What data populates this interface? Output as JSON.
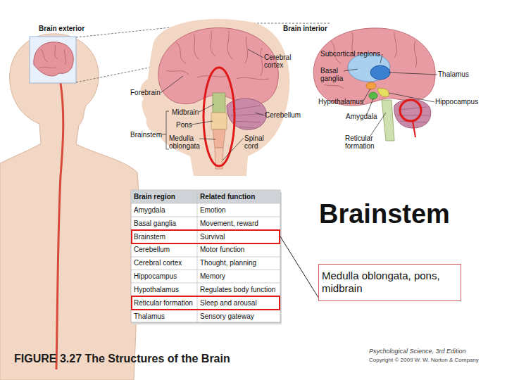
{
  "diagram": {
    "caption": "FIGURE 3.27 The Structures of the Brain",
    "nodes": [
      {
        "text": [
          "Brainstem",
          "Survival"
        ]
      },
      {
        "text": [
          "Reticular formation",
          "Sleep and arousal"
        ]
      },
      {
        "text": [
          "Brainstem",
          "Medulla oblongata, pons, midbrain"
        ]
      }
    ],
    "edges": [
      {
        "from": 0,
        "to": 2,
        "arrow": "none"
      }
    ],
    "labels": [
      "Brain exterior",
      "Brain interior",
      "Cerebral cortex",
      "Forebrain",
      "Midbrain",
      "Pons",
      "Brainstem",
      "Medulla oblongata",
      "Cerebellum",
      "Spinal cord",
      "Subcortical regions",
      "Basal ganglia",
      "Thalamus",
      "Hypothalamus",
      "Hippocampus",
      "Amygdala",
      "Reticular formation",
      "Brain region",
      "Related function",
      "Amygdala",
      "Emotion",
      "Basal ganglia",
      "Movement, reward",
      "Cerebellum",
      "Motor function",
      "Cerebral cortex",
      "Thought, planning",
      "Hippocampus",
      "Memory",
      "Hypothalamus",
      "Regulates body function",
      "Thalamus",
      "Sensory gateway",
      "Psychological Science, 3rd Edition",
      "Copyright © 2009 W. W. Norton & Company"
    ]
  }
}
